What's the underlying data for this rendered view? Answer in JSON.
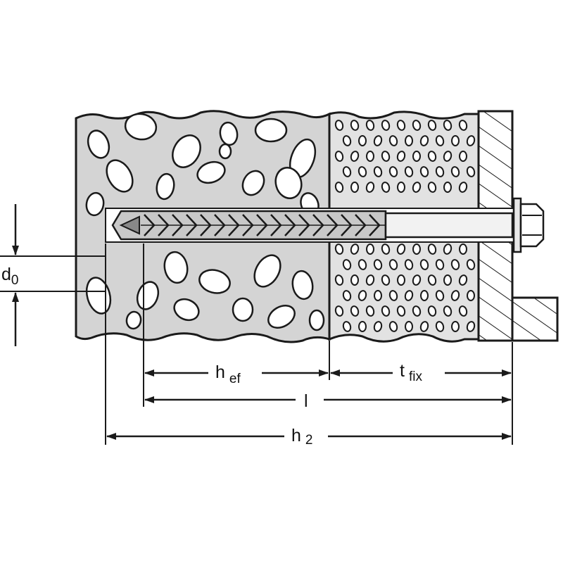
{
  "labels": {
    "d0_main": "d",
    "d0_sub": "0",
    "hef_main": "h",
    "hef_sub": "ef",
    "tfix_main": "t",
    "tfix_sub": "fix",
    "l_main": "l",
    "h2_main": "h",
    "h2_sub": "2"
  },
  "colors": {
    "line": "#1a1a1a",
    "concrete_fill": "#d4d4d4",
    "anchor_fill": "#c8c8c8",
    "fixture_fill": "#f7f7f7",
    "background": "#ffffff"
  }
}
